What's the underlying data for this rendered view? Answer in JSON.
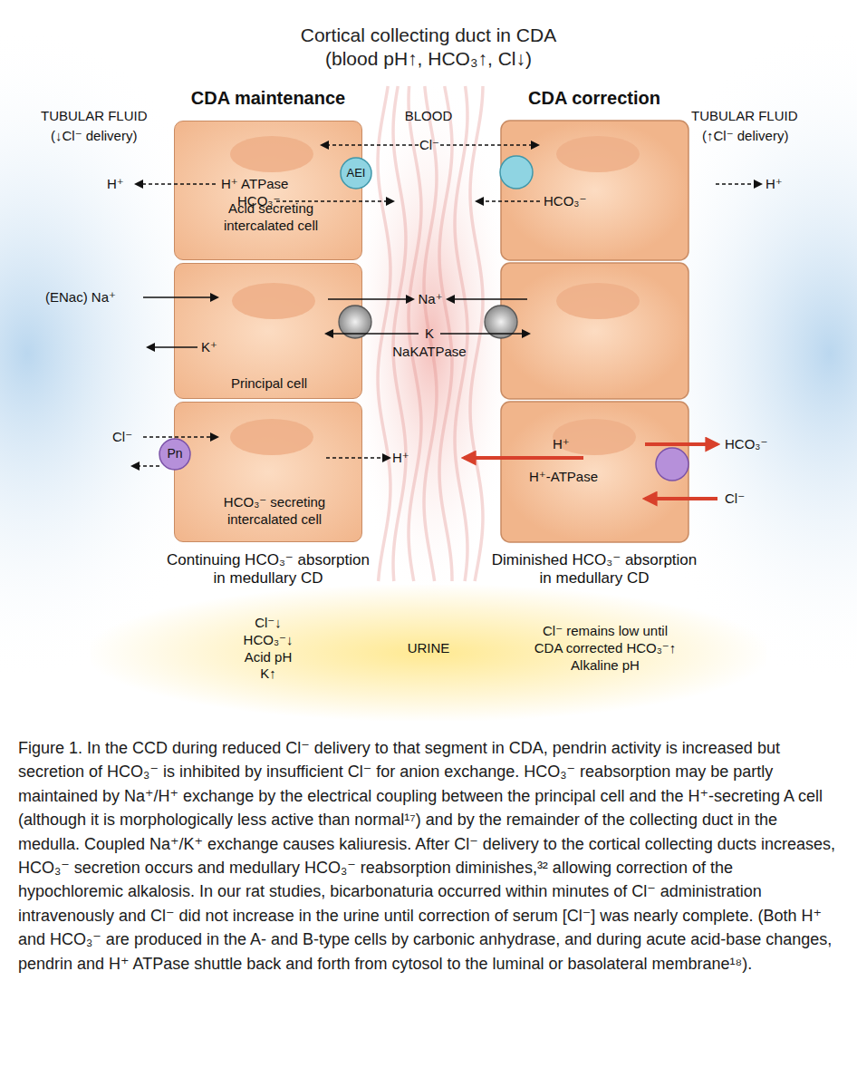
{
  "diagram": {
    "title": "Cortical collecting duct in CDA (blood pH↑, HCO₃↑, Cl↓)",
    "caption": "Figure 1. In the CCD during reduced Cl⁻ delivery to that segment in CDA, pendrin activity is increased but secretion of HCO₃⁻ is inhibited by insufficient Cl⁻ for anion exchange. HCO₃⁻ reabsorption may be partly maintained by Na⁺/H⁺ exchange by the electrical coupling between the principal cell and the H⁺-secreting A cell (although it is morphologically less active than normal¹⁷) and by the remainder of the collecting duct in the medulla. Coupled Na⁺/K⁺ exchange causes kaliuresis. After Cl⁻ delivery to the cortical collecting ducts increases, HCO₃⁻ secretion occurs and medullary HCO₃⁻ reabsorption diminishes,³² allowing correction of the hypochloremic alkalosis. In our rat studies, bicarbonaturia occurred within minutes of Cl⁻ administration intravenously and Cl⁻ did not increase in the urine until correction of serum [Cl⁻] was nearly complete. (Both H⁺ and HCO₃⁻ are produced in the A- and B-type cells by carbonic anhydrase, and during acute acid-base changes, pendrin and H⁺ ATPase shuttle back and forth from cytosol to the luminal or basolateral membrane¹⁸).",
    "nodes": [
      {
        "text": [
          "Acid secreting intercalated cell"
        ]
      },
      {
        "text": [
          "AEI"
        ],
        "in": 0
      },
      {
        "text": [
          "Principal cell"
        ]
      },
      {
        "text": [
          "HCO₃⁻ secreting intercalated cell"
        ]
      },
      {
        "text": [
          "Pn"
        ],
        "in": 3
      },
      {
        "text": [
          "Cl⁻↓ HCO₃⁻↓ Acid pH K↑",
          "URINE",
          "Cl⁻ remains low until CDA corrected HCO₃⁻↑ Alkaline pH"
        ]
      }
    ],
    "labels": [
      "CDA maintenance",
      "CDA correction",
      "TUBULAR FLUID",
      "(↓Cl⁻ delivery)",
      "BLOOD",
      "TUBULAR FLUID",
      "(↑Cl⁻ delivery)",
      "Cl⁻",
      "H⁺",
      "H⁺ ATPase",
      "HCO₃⁻",
      "HCO₃⁻",
      "H⁺",
      "(ENac) Na⁺",
      "K⁺",
      "Na⁺",
      "K",
      "NaKATPase",
      "Cl⁻",
      "H⁺",
      "H⁺",
      "H⁺-ATPase",
      "HCO₃⁻",
      "Cl⁻",
      "Continuing HCO₃⁻ absorption in medullary CD",
      "Diminished HCO₃⁻ absorption in medullary CD"
    ]
  }
}
